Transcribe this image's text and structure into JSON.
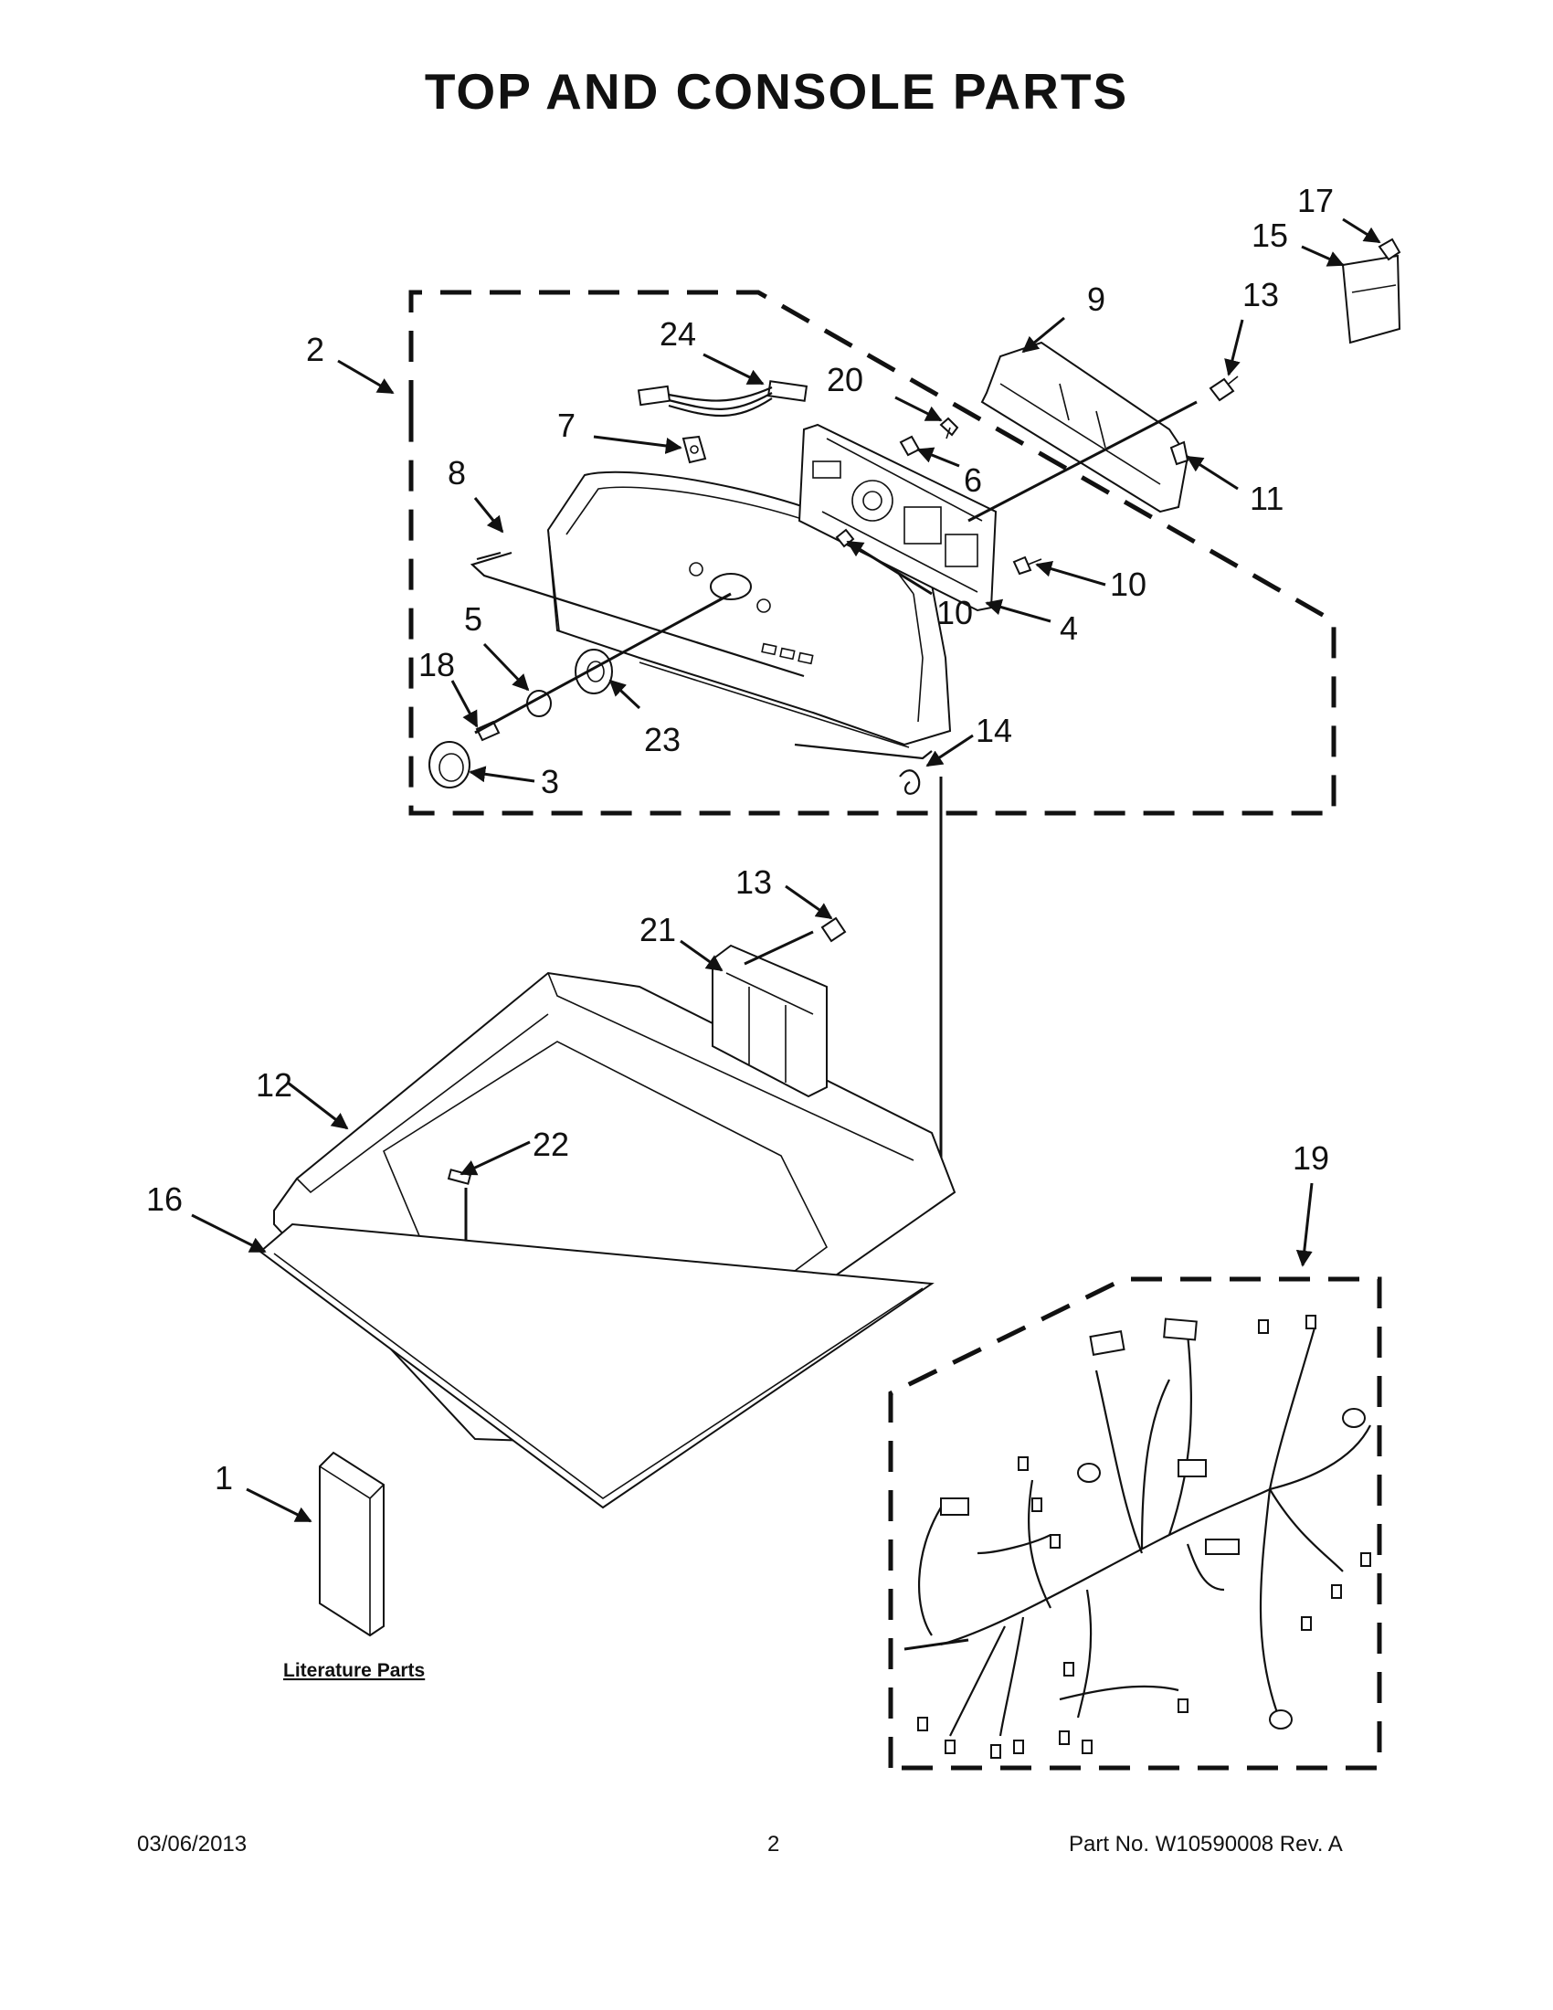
{
  "title": "TOP AND CONSOLE PARTS",
  "callouts": {
    "c1": "1",
    "c2": "2",
    "c3": "3",
    "c4": "4",
    "c5": "5",
    "c6": "6",
    "c7": "7",
    "c8": "8",
    "c9": "9",
    "c10a": "10",
    "c10b": "10",
    "c11": "11",
    "c12": "12",
    "c13a": "13",
    "c13b": "13",
    "c14": "14",
    "c15": "15",
    "c16": "16",
    "c17": "17",
    "c18": "18",
    "c19": "19",
    "c20": "20",
    "c21": "21",
    "c22": "22",
    "c23": "23",
    "c24": "24"
  },
  "literature_label": "Literature Parts",
  "footer": {
    "date": "03/06/2013",
    "page": "2",
    "part_no": "Part No.  W10590008  Rev.  A"
  }
}
